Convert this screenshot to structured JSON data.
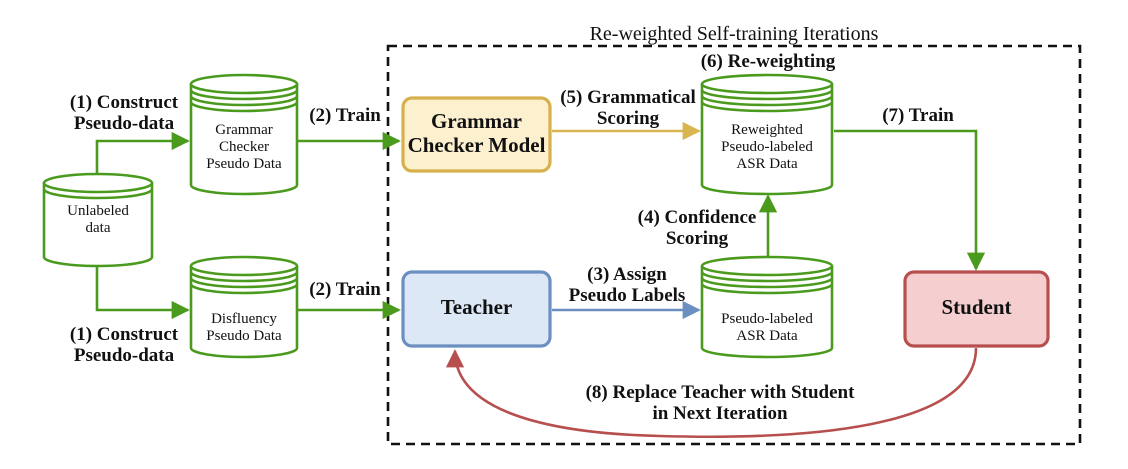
{
  "frame_title": "Re-weighted Self-training Iterations",
  "nodes": {
    "unlabeled": "Unlabeled\ndata",
    "grammar_pseudo": "Grammar\nChecker\nPseudo Data",
    "disfluency_pseudo": "Disfluency\nPseudo Data",
    "grammar_model": "Grammar\nChecker Model",
    "teacher": "Teacher",
    "student": "Student",
    "reweighted_data": "Reweighted\nPseudo-labeled\nASR Data",
    "pseudo_labeled_data": "Pseudo-labeled\nASR Data"
  },
  "edges": {
    "construct_top": "(1) Construct\nPseudo-data",
    "construct_bottom": "(1) Construct\nPseudo-data",
    "train_top": "(2) Train",
    "train_bottom": "(2) Train",
    "assign": "(3) Assign\nPseudo Labels",
    "confidence": "(4) Confidence\nScoring",
    "grammatical": "(5) Grammatical\nScoring",
    "reweighting": "(6) Re-weighting",
    "train_student": "(7) Train",
    "replace": "(8) Replace Teacher with Student\nin Next Iteration"
  },
  "colors": {
    "green": "#4a9a1e",
    "gold": "#d8b54f",
    "blue_edge": "#6b8fc0",
    "red_edge": "#b84f4f",
    "grammar_fill": "#fdf0cf",
    "grammar_stroke": "#d6b04c",
    "teacher_fill": "#dde8f7",
    "teacher_stroke": "#6b8fc0",
    "student_fill": "#f5cfcf",
    "student_stroke": "#b84f4f"
  }
}
